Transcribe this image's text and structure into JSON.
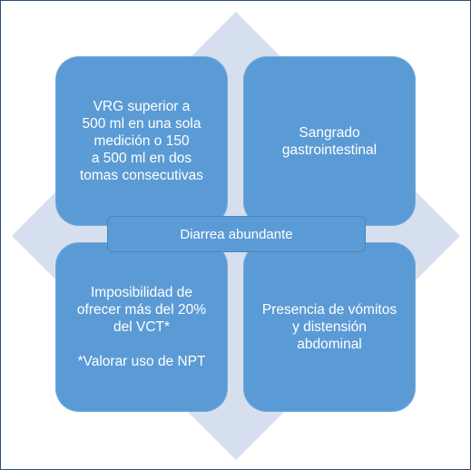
{
  "diagram": {
    "center_label": "Diarrea abundante",
    "top_left": "VRG superior a\n500 ml en una sola\nmedición o 150\na 500 ml en dos\ntomas consecutivas",
    "top_right": "Sangrado\ngastrointestinal",
    "bottom_left": "Imposibilidad de\nofrecer más del 20%\ndel VCT*\n\n*Valorar uso de NPT",
    "bottom_right": "Presencia de vómitos\ny distensión\nabdominal"
  },
  "colors": {
    "tile": "#5b9bd5",
    "diamond": "#d6dfee",
    "border": "#2f4f7a",
    "text": "#ffffff"
  }
}
